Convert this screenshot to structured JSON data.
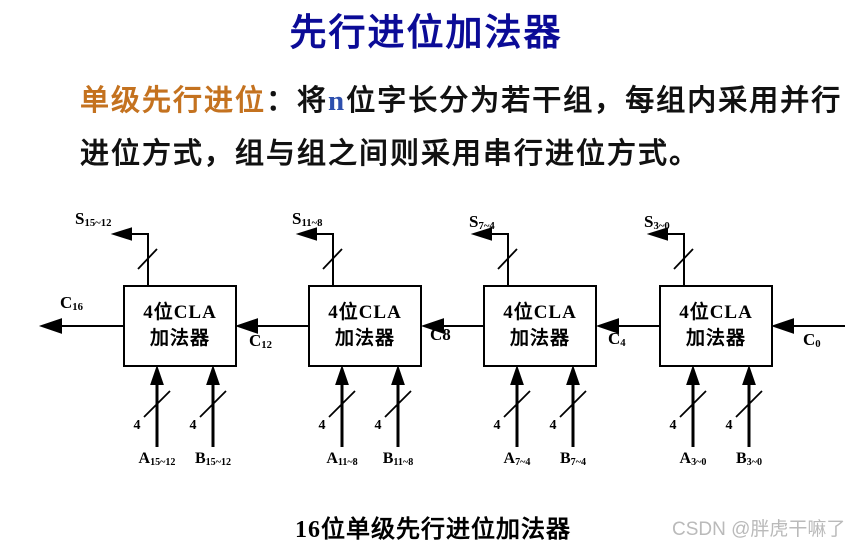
{
  "page": {
    "title": "先行进位加法器",
    "caption": "16位单级先行进位加法器",
    "watermark": "CSDN @胖虎干嘛了"
  },
  "colors": {
    "title_blue": "#0b0b97",
    "term_orange": "#c4721f",
    "n_blue": "#2d4fae",
    "watermark_gray": "#bababa",
    "line_black": "#000000"
  },
  "intro": {
    "term": "单级先行进位",
    "colon": "：",
    "before_n": "将",
    "n": "n",
    "line1_rest": "位字长分为若干组，每组内采用并行",
    "line2": "进位方式，组与组之间则采用串行进位方式。"
  },
  "diagram": {
    "boxes": [
      {
        "line1": "4位CLA",
        "line2": "加法器",
        "s": {
          "base": "S",
          "sub": "15~12"
        },
        "a": {
          "base": "A",
          "sub": "15~12"
        },
        "b": {
          "base": "B",
          "sub": "15~12"
        },
        "bus_a": "4",
        "bus_b": "4"
      },
      {
        "line1": "4位CLA",
        "line2": "加法器",
        "s": {
          "base": "S",
          "sub": "11~8"
        },
        "a": {
          "base": "A",
          "sub": "11~8"
        },
        "b": {
          "base": "B",
          "sub": "11~8"
        },
        "bus_a": "4",
        "bus_b": "4"
      },
      {
        "line1": "4位CLA",
        "line2": "加法器",
        "s": {
          "base": "S",
          "sub": "7~4"
        },
        "a": {
          "base": "A",
          "sub": "7~4"
        },
        "b": {
          "base": "B",
          "sub": "7~4"
        },
        "bus_a": "4",
        "bus_b": "4"
      },
      {
        "line1": "4位CLA",
        "line2": "加法器",
        "s": {
          "base": "S",
          "sub": "3~0"
        },
        "a": {
          "base": "A",
          "sub": "3~0"
        },
        "b": {
          "base": "B",
          "sub": "3~0"
        },
        "bus_a": "4",
        "bus_b": "4"
      }
    ],
    "carries": [
      {
        "base": "C",
        "sub": "16"
      },
      {
        "base": "C",
        "sub": "12"
      },
      {
        "base": "C8",
        "sub": ""
      },
      {
        "base": "C",
        "sub": "4"
      },
      {
        "base": "C",
        "sub": "0"
      }
    ]
  }
}
